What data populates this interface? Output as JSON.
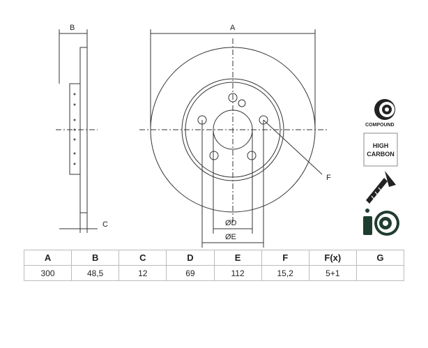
{
  "drawing": {
    "labels": {
      "A": "A",
      "B": "B",
      "C": "C",
      "F": "F",
      "D": "ØD",
      "E": "ØE"
    }
  },
  "badges": {
    "compound": "COMPOUND",
    "high_carbon_line1": "HIGH",
    "high_carbon_line2": "CARBON"
  },
  "table": {
    "headers": [
      "A",
      "B",
      "C",
      "D",
      "E",
      "F",
      "F(x)",
      "G"
    ],
    "values": [
      "300",
      "48,5",
      "12",
      "69",
      "112",
      "15,2",
      "5+1",
      ""
    ]
  }
}
